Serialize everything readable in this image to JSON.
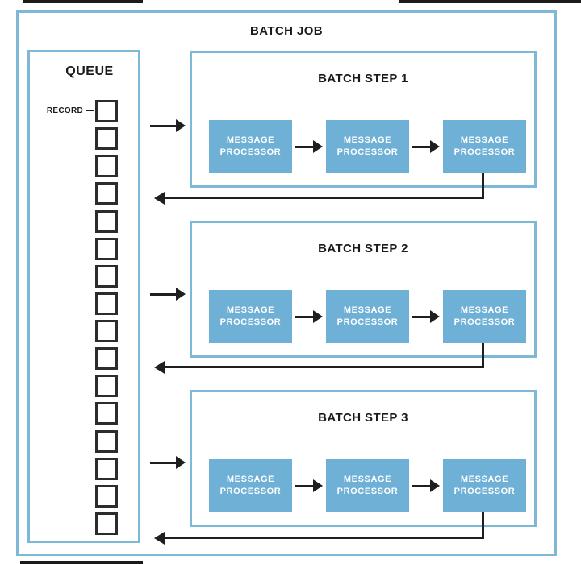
{
  "diagram": {
    "title": "BATCH JOB",
    "queue": {
      "title": "QUEUE",
      "record_label": "RECORD",
      "record_count": 16
    },
    "steps": [
      {
        "title": "BATCH STEP 1",
        "processors": [
          {
            "line1": "MESSAGE",
            "line2": "PROCESSOR"
          },
          {
            "line1": "MESSAGE",
            "line2": "PROCESSOR"
          },
          {
            "line1": "MESSAGE",
            "line2": "PROCESSOR"
          }
        ]
      },
      {
        "title": "BATCH STEP 2",
        "processors": [
          {
            "line1": "MESSAGE",
            "line2": "PROCESSOR"
          },
          {
            "line1": "MESSAGE",
            "line2": "PROCESSOR"
          },
          {
            "line1": "MESSAGE",
            "line2": "PROCESSOR"
          }
        ]
      },
      {
        "title": "BATCH STEP 3",
        "processors": [
          {
            "line1": "MESSAGE",
            "line2": "PROCESSOR"
          },
          {
            "line1": "MESSAGE",
            "line2": "PROCESSOR"
          },
          {
            "line1": "MESSAGE",
            "line2": "PROCESSOR"
          }
        ]
      }
    ],
    "colors": {
      "border_blue": "#7db8d6",
      "processor_fill": "#6fb0d6",
      "processor_text": "#ffffff",
      "line_black": "#1f1f1f"
    }
  }
}
